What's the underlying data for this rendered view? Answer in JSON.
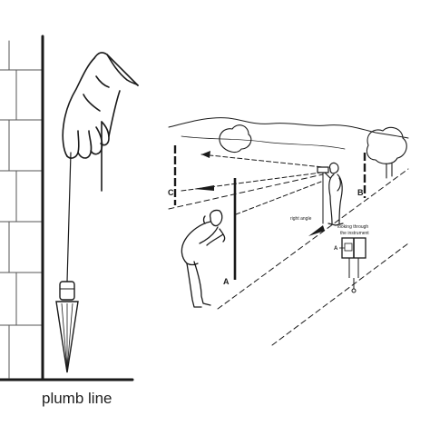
{
  "left_panel": {
    "caption": "plumb line"
  },
  "right_panel": {
    "pole_labels": [
      "A",
      "B",
      "C"
    ],
    "right_angle_label": "right angle",
    "inset_title_line1": "looking through",
    "inset_title_line2": "the instrument",
    "inset_label": "A"
  }
}
